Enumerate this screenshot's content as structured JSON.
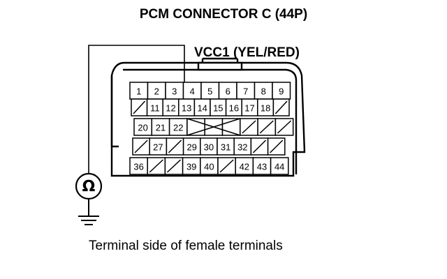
{
  "title": "PCM CONNECTOR C (44P)",
  "wire_label": "VCC1 (YEL/RED)",
  "caption": "Terminal side of female terminals",
  "meter_symbol": "Ω",
  "icons": [
    "ohmmeter-icon",
    "ground-icon"
  ],
  "connector": {
    "rows": [
      [
        "1",
        "2",
        "3",
        "4",
        "5",
        "6",
        "7",
        "8",
        "9"
      ],
      [
        "",
        "11",
        "12",
        "13",
        "14",
        "15",
        "16",
        "17",
        "18",
        ""
      ],
      [
        "20",
        "21",
        "22",
        "",
        "",
        "",
        "",
        "",
        ""
      ],
      [
        "",
        "27",
        "",
        "29",
        "30",
        "31",
        "32",
        "",
        ""
      ],
      [
        "36",
        "",
        "",
        "39",
        "40",
        "",
        "42",
        "43",
        "44"
      ]
    ],
    "probed_terminal": "4"
  }
}
